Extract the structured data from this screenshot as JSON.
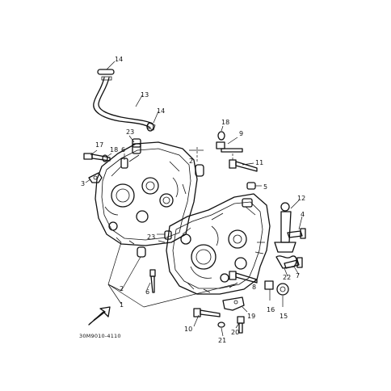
{
  "diagram": {
    "code": "30M9010-4110",
    "callouts": [
      "1",
      "2",
      "3",
      "4",
      "5",
      "6",
      "7",
      "8",
      "9",
      "10",
      "11",
      "12",
      "13",
      "14",
      "15",
      "16",
      "17",
      "18",
      "19",
      "20",
      "21",
      "22",
      "23"
    ],
    "callouts_repeated": {
      "c2b": "2",
      "c6b": "6",
      "c14b": "14",
      "c18b": "18",
      "c23b": "23"
    },
    "icons": {
      "front_arrow": "front-arrow-icon"
    }
  }
}
